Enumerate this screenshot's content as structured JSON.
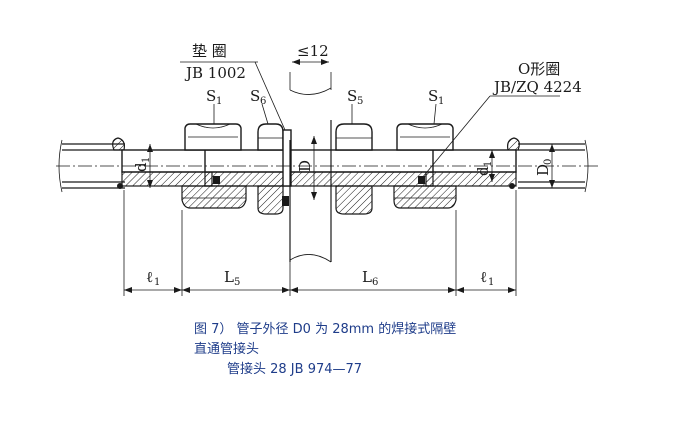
{
  "labels": {
    "gasket": "垫 圈",
    "gasket_std": "JB 1002",
    "s1_left": "S",
    "s1_left_sub": "1",
    "s6": "S",
    "s6_sub": "6",
    "s5": "S",
    "s5_sub": "5",
    "s1_right": "S",
    "s1_right_sub": "1",
    "oring": "O形圈",
    "oring_std": "JB/ZQ 4224",
    "wall_max": "≤12",
    "d1_left": "d",
    "d1_left_sub": "1",
    "D": "D",
    "d1_right": "d",
    "d1_right_sub": "1",
    "D0": "D",
    "D0_sub": "0",
    "l1_left": "ℓ",
    "l1_left_sub": "1",
    "L5": "L",
    "L5_sub": "5",
    "L6": "L",
    "L6_sub": "6",
    "l1_right": "ℓ",
    "l1_right_sub": "1"
  },
  "caption": {
    "line1": "图 7） 管子外径 D0 为 28mm 的焊接式隔壁",
    "line2": "直通管接头",
    "line3": "管接头   28   JB 974—77"
  },
  "colors": {
    "caption": "#1f3d8a",
    "ink": "#1a1a1a"
  }
}
